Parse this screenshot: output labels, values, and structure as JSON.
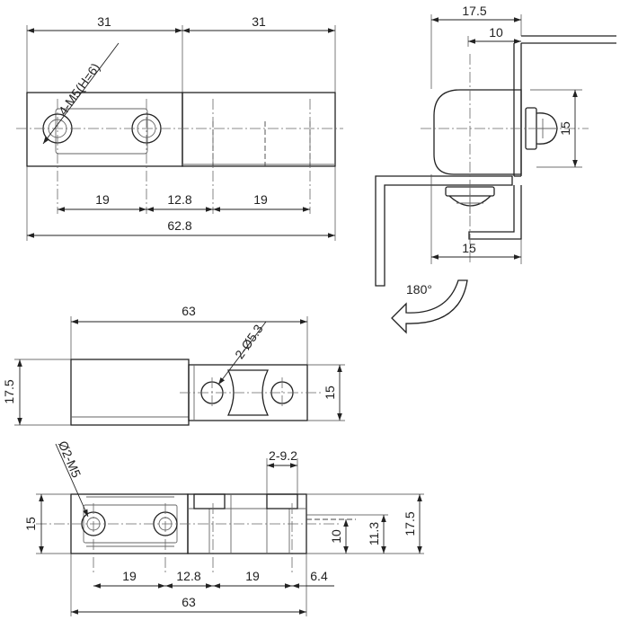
{
  "top_view": {
    "dim_width_left": "31",
    "dim_width_right": "31",
    "dim_hole_spacing": "19",
    "dim_leaf_gap": "12.8",
    "dim_hole_spacing_right": "19",
    "dim_total_length": "62.8",
    "callout_threads": "4-M5(H=6)"
  },
  "side_view": {
    "dim_outer_offset": "17.5",
    "dim_inner_offset": "10",
    "dim_height": "15",
    "dim_bottom_width": "15",
    "rotation_label": "180°"
  },
  "middle_view": {
    "dim_total_length": "63",
    "callout_holes": "2-Ø5.3",
    "dim_left_height": "17.5",
    "dim_right_height": "15"
  },
  "bottom_view": {
    "callout_threads": "Ø2-M5",
    "dim_slot_width": "2-9.2",
    "dim_left_height": "15",
    "dim_inner_height": "10",
    "dim_inner_height_2": "11.3",
    "dim_outer_height": "17.5",
    "dim_hole_spacing": "19",
    "dim_gap": "12.8",
    "dim_hole_spacing_right": "19",
    "dim_offset": "6.4",
    "dim_total_length": "63"
  }
}
